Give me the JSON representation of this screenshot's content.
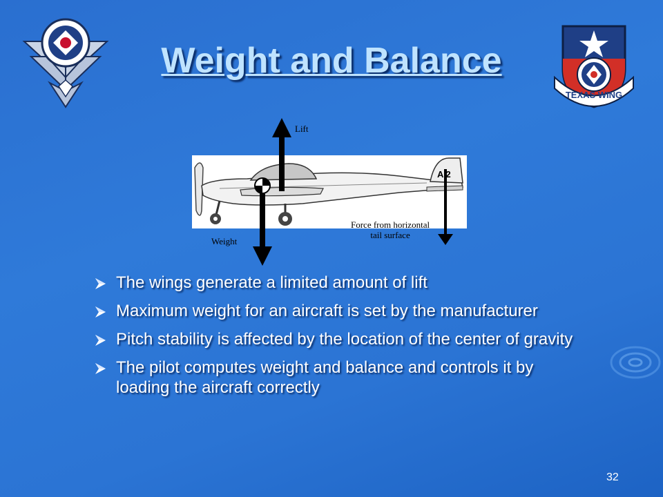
{
  "slide": {
    "title": "Weight and Balance",
    "page_number": "32",
    "logos": {
      "left": {
        "name": "civil-air-patrol-wings-logo"
      },
      "right": {
        "name": "texas-wing-shield-logo",
        "text": "TEXAS WING"
      }
    },
    "diagram": {
      "lift_label": "Lift",
      "weight_label": "Weight",
      "tail_force_label_line1": "Force from horizontal",
      "tail_force_label_line2": "tail surface",
      "tail_marking": "A 2"
    },
    "bullets": [
      {
        "text": "The wings generate a limited amount of lift"
      },
      {
        "text": "Maximum weight for an aircraft is set by the manufacturer"
      },
      {
        "text": "Pitch stability is affected by the location of the center of gravity"
      },
      {
        "text": "The pilot computes weight and balance and controls it by loading the aircraft correctly"
      }
    ],
    "colors": {
      "background": "#2a6fd0",
      "title": "#bfe3ff",
      "text": "#ffffff"
    }
  }
}
